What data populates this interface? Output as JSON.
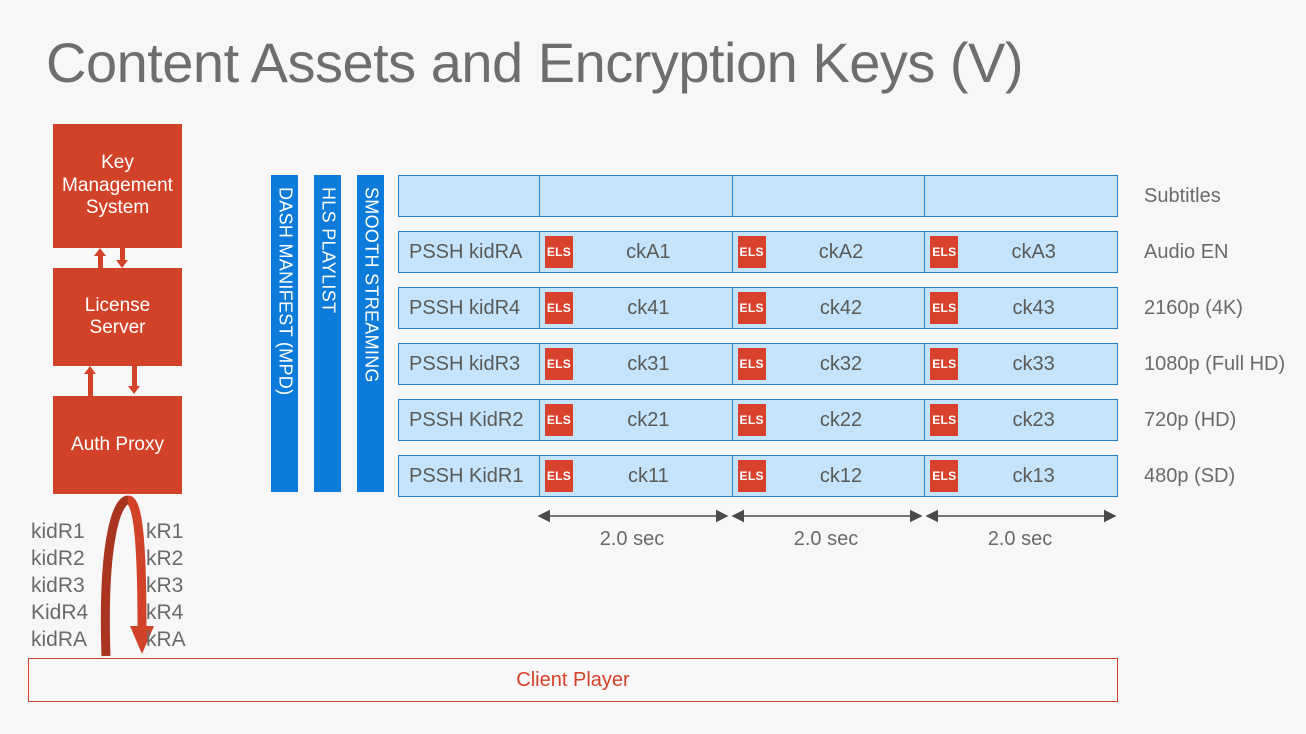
{
  "title": "Content Assets and Encryption Keys (V)",
  "colors": {
    "background": "#F7F7F7",
    "red": "#D24228",
    "els_red": "#D8412B",
    "blue_bar": "#0D7BD9",
    "cell_fill": "#C5E3FA",
    "cell_border": "#2383D1",
    "text_gray": "#6A6A6A"
  },
  "servers": [
    {
      "name": "kms",
      "label": "Key Management System"
    },
    {
      "name": "license",
      "label": "License Server"
    },
    {
      "name": "auth",
      "label": "Auth Proxy"
    }
  ],
  "key_ids": [
    "kidR1",
    "kidR2",
    "kidR3",
    "KidR4",
    "kidRA"
  ],
  "keys": [
    "kR1",
    "kR2",
    "kR3",
    "kR4",
    "kRA"
  ],
  "format_bars": [
    {
      "name": "dash",
      "label": "DASH MANIFEST (MPD)"
    },
    {
      "name": "hls",
      "label": "HLS PLAYLIST"
    },
    {
      "name": "smooth",
      "label": "SMOOTH STREAMING"
    }
  ],
  "els_label": "ELS",
  "tracks": [
    {
      "name": "subtitles",
      "pssh": "",
      "segments": [
        {
          "els": false,
          "ck": ""
        },
        {
          "els": false,
          "ck": ""
        },
        {
          "els": false,
          "ck": ""
        }
      ],
      "right_label": "Subtitles"
    },
    {
      "name": "audio-en",
      "pssh": "PSSH kidRA",
      "segments": [
        {
          "els": true,
          "ck": "ckA1"
        },
        {
          "els": true,
          "ck": "ckA2"
        },
        {
          "els": true,
          "ck": "ckA3"
        }
      ],
      "right_label": "Audio EN"
    },
    {
      "name": "video-2160p",
      "pssh": "PSSH kidR4",
      "segments": [
        {
          "els": true,
          "ck": "ck41"
        },
        {
          "els": true,
          "ck": "ck42"
        },
        {
          "els": true,
          "ck": "ck43"
        }
      ],
      "right_label": "2160p (4K)"
    },
    {
      "name": "video-1080p",
      "pssh": "PSSH kidR3",
      "segments": [
        {
          "els": true,
          "ck": "ck31"
        },
        {
          "els": true,
          "ck": "ck32"
        },
        {
          "els": true,
          "ck": "ck33"
        }
      ],
      "right_label": "1080p (Full HD)"
    },
    {
      "name": "video-720p",
      "pssh": "PSSH KidR2",
      "segments": [
        {
          "els": true,
          "ck": "ck21"
        },
        {
          "els": true,
          "ck": "ck22"
        },
        {
          "els": true,
          "ck": "ck23"
        }
      ],
      "right_label": "720p (HD)"
    },
    {
      "name": "video-480p",
      "pssh": "PSSH KidR1",
      "segments": [
        {
          "els": true,
          "ck": "ck11"
        },
        {
          "els": true,
          "ck": "ck12"
        },
        {
          "els": true,
          "ck": "ck13"
        }
      ],
      "right_label": "480p (SD)"
    }
  ],
  "durations": [
    "2.0 sec",
    "2.0 sec",
    "2.0 sec"
  ],
  "client_player": "Client Player"
}
